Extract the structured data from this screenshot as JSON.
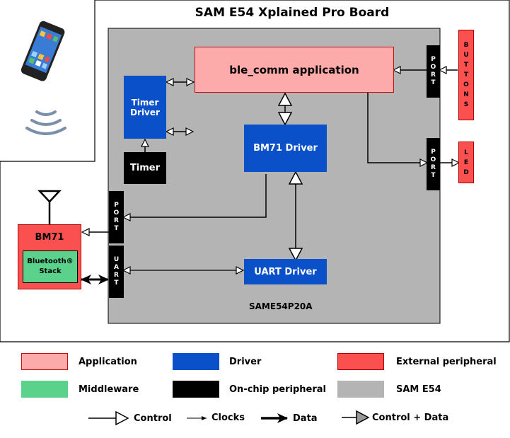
{
  "board_title": "SAM E54 Xplained Pro Board",
  "chip_label": "SAME54P20A",
  "blocks": {
    "app": "ble_comm application",
    "timer_driver": "Timer Driver",
    "timer": "Timer",
    "bm71_driver": "BM71 Driver",
    "uart_driver": "UART Driver",
    "bm71": "BM71",
    "bt_stack": "Bluetooth® Stack"
  },
  "ports": {
    "port_right_top": [
      "P",
      "O",
      "R",
      "T"
    ],
    "port_right_bottom": [
      "P",
      "O",
      "R",
      "T"
    ],
    "port_left": [
      "P",
      "O",
      "R",
      "T"
    ],
    "uart_left": [
      "U",
      "A",
      "R",
      "T"
    ]
  },
  "externals": {
    "buttons": [
      "B",
      "U",
      "T",
      "T",
      "O",
      "N",
      "S"
    ],
    "led": [
      "L",
      "E",
      "D"
    ]
  },
  "legend": {
    "items": [
      {
        "label": "Application",
        "color": "#fcaaaa"
      },
      {
        "label": "Driver",
        "color": "#0a50c8"
      },
      {
        "label": "External peripheral",
        "color": "#fa5050"
      },
      {
        "label": "Middleware",
        "color": "#5ad28c"
      },
      {
        "label": "On-chip peripheral",
        "color": "#000000"
      },
      {
        "label": "SAM E54",
        "color": "#b4b4b4"
      }
    ],
    "arrows": [
      {
        "label": "Control"
      },
      {
        "label": "Clocks"
      },
      {
        "label": "Data"
      },
      {
        "label": "Control + Data"
      }
    ]
  },
  "colors": {
    "application": "#fcaaaa",
    "driver": "#0a50c8",
    "external": "#fa5050",
    "middleware": "#5ad28c",
    "onchip": "#000000",
    "sam": "#b4b4b4"
  }
}
